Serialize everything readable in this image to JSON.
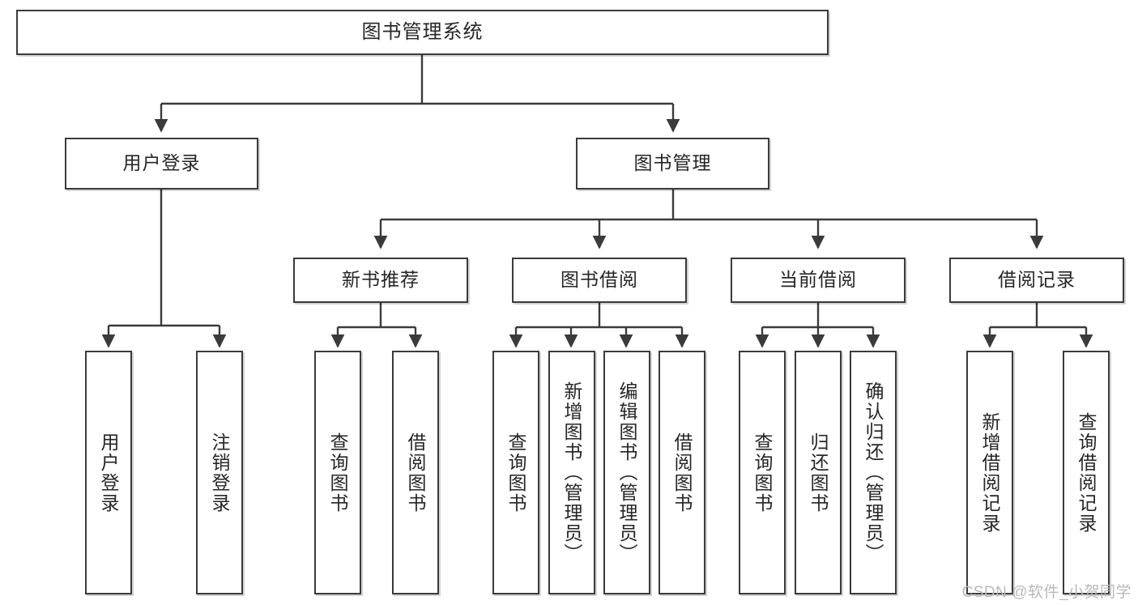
{
  "diagram": {
    "title": "图书管理系统",
    "type": "tree-hierarchy",
    "root": {
      "label": "图书管理系统"
    },
    "level2": [
      {
        "label": "用户登录"
      },
      {
        "label": "图书管理"
      }
    ],
    "level3": [
      {
        "label": "新书推荐"
      },
      {
        "label": "图书借阅"
      },
      {
        "label": "当前借阅"
      },
      {
        "label": "借阅记录"
      }
    ],
    "leaves": {
      "user_login": [
        {
          "label": "用户登录"
        },
        {
          "label": "注销登录"
        }
      ],
      "new_book_recommend": [
        {
          "label": "查询图书"
        },
        {
          "label": "借阅图书"
        }
      ],
      "book_borrow": [
        {
          "label": "查询图书"
        },
        {
          "label": "新增图书（管理员）"
        },
        {
          "label": "编辑图书（管理员）"
        },
        {
          "label": "借阅图书"
        }
      ],
      "current_borrow": [
        {
          "label": "查询图书"
        },
        {
          "label": "归还图书"
        },
        {
          "label": "确认归还（管理员）"
        }
      ],
      "borrow_record": [
        {
          "label": "新增借阅记录"
        },
        {
          "label": "查询借阅记录"
        }
      ]
    }
  },
  "watermark": {
    "text": "CSDN @软件_小贺同学"
  },
  "colors": {
    "stroke": "#3b3b3b",
    "text": "#262626",
    "background": "#ffffff",
    "watermark": "#b9b9b9"
  }
}
